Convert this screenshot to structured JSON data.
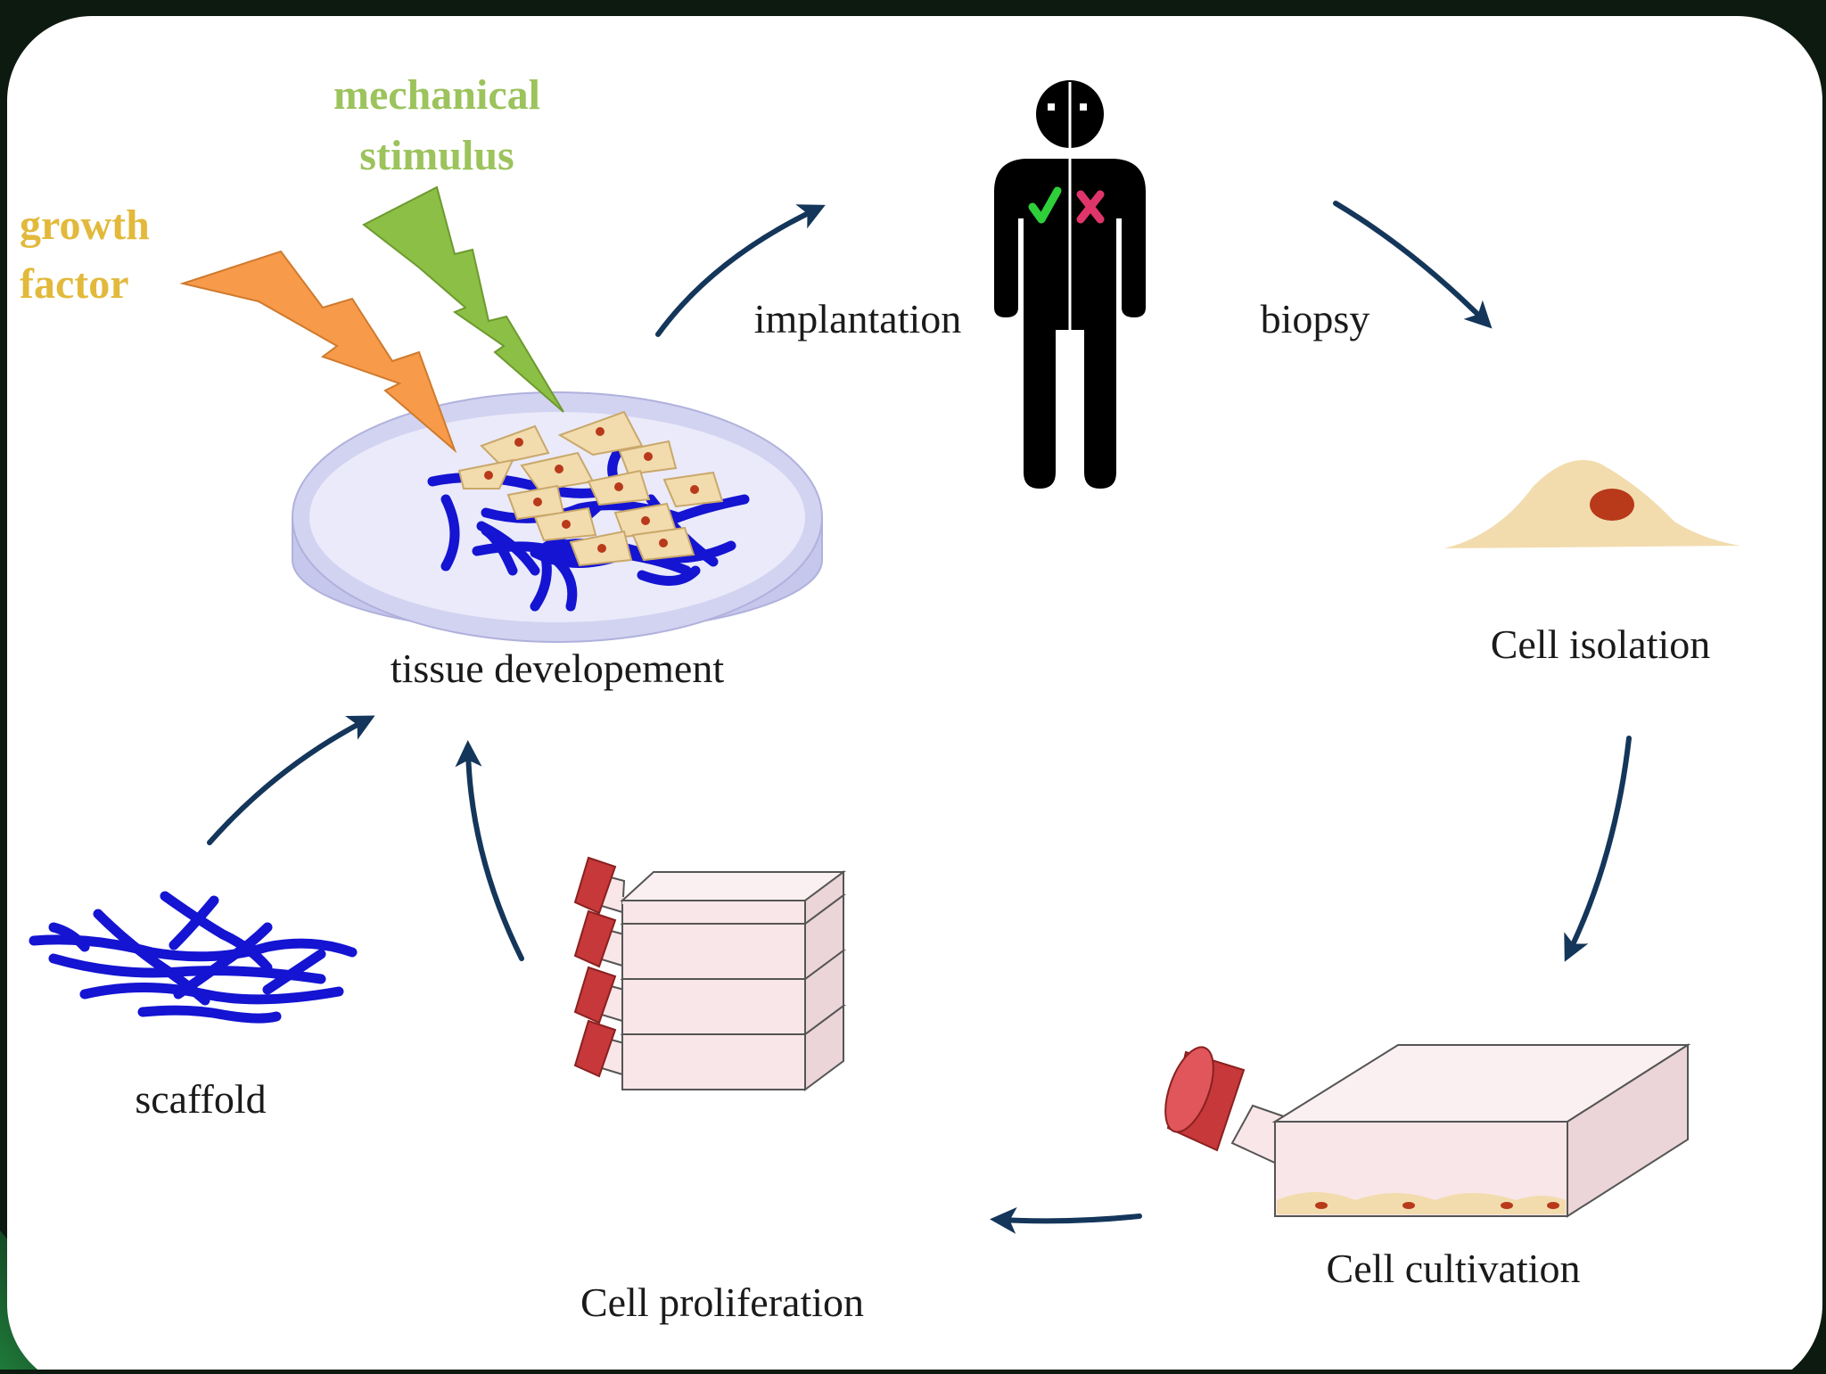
{
  "labels": {
    "growth_factor_line1": "growth",
    "growth_factor_line2": "factor",
    "mechanical_line1": "mechanical",
    "mechanical_line2": "stimulus",
    "implantation": "implantation",
    "biopsy": "biopsy",
    "cell_isolation": "Cell isolation",
    "tissue_development": "tissue developement",
    "scaffold": "scaffold",
    "cell_proliferation": "Cell proliferation",
    "cell_cultivation": "Cell cultivation"
  },
  "colors": {
    "growth_factor_text": "#e2b93b",
    "mechanical_text": "#9cc35c",
    "growth_bolt": "#f79a4a",
    "mechanical_bolt": "#8cbf45",
    "arrow": "#14365a",
    "scaffold_fiber": "#1414d2",
    "cell_body": "#f2dcae",
    "cell_nucleus": "#b83a1a",
    "flask_cap": "#c6383a",
    "flask_body": "#f9e6e8",
    "dish": "#c6c7ec",
    "check_mark": "#2fcf3a",
    "cross_mark": "#e0356a"
  },
  "icons": {
    "growth_factor": "lightning-bolt-icon",
    "mechanical_stimulus": "lightning-bolt-icon",
    "patient": "human-figure-icon",
    "healthy": "check-mark-icon",
    "damaged": "cross-mark-icon"
  }
}
